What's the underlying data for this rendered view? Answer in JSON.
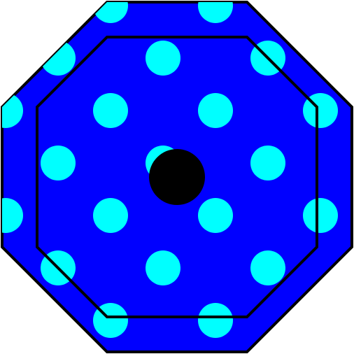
{
  "colors": {
    "background": "#ffffff",
    "octagon_fill": "#0000ff",
    "dot_fill": "#00ffff",
    "outline": "#000000",
    "center_fill": "#000000"
  },
  "shapes": {
    "outer_octagon": "octagon-outer",
    "inner_octagon": "octagon-inner",
    "center": "center-circle",
    "dots": "polka-dot"
  }
}
